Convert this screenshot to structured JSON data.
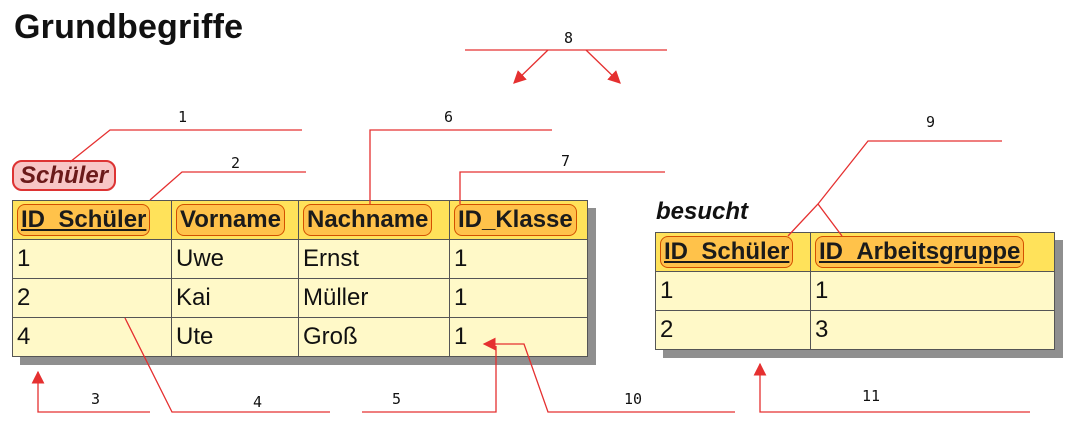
{
  "title": "Grundbegriffe",
  "tables": {
    "schueler": {
      "name": "Schüler",
      "headers": [
        "ID_Schüler",
        "Vorname",
        "Nachname",
        "ID_Klasse"
      ],
      "rows": [
        [
          "1",
          "Uwe",
          "Ernst",
          "1"
        ],
        [
          "2",
          "Kai",
          "Müller",
          "1"
        ],
        [
          "4",
          "Ute",
          "Groß",
          "1"
        ]
      ]
    },
    "besucht": {
      "name": "besucht",
      "headers": [
        "ID_Schüler",
        "ID_Arbeitsgruppe"
      ],
      "rows": [
        [
          "1",
          "1"
        ],
        [
          "2",
          "3"
        ]
      ]
    }
  },
  "callouts": [
    "1",
    "2",
    "3",
    "4",
    "5",
    "6",
    "7",
    "8",
    "9",
    "10",
    "11"
  ],
  "colors": {
    "line": "#e53030",
    "header": "#ffe25a",
    "pill": "#ffc24a",
    "table_bg": "#fff9c8",
    "highlight": "#ffb090"
  }
}
